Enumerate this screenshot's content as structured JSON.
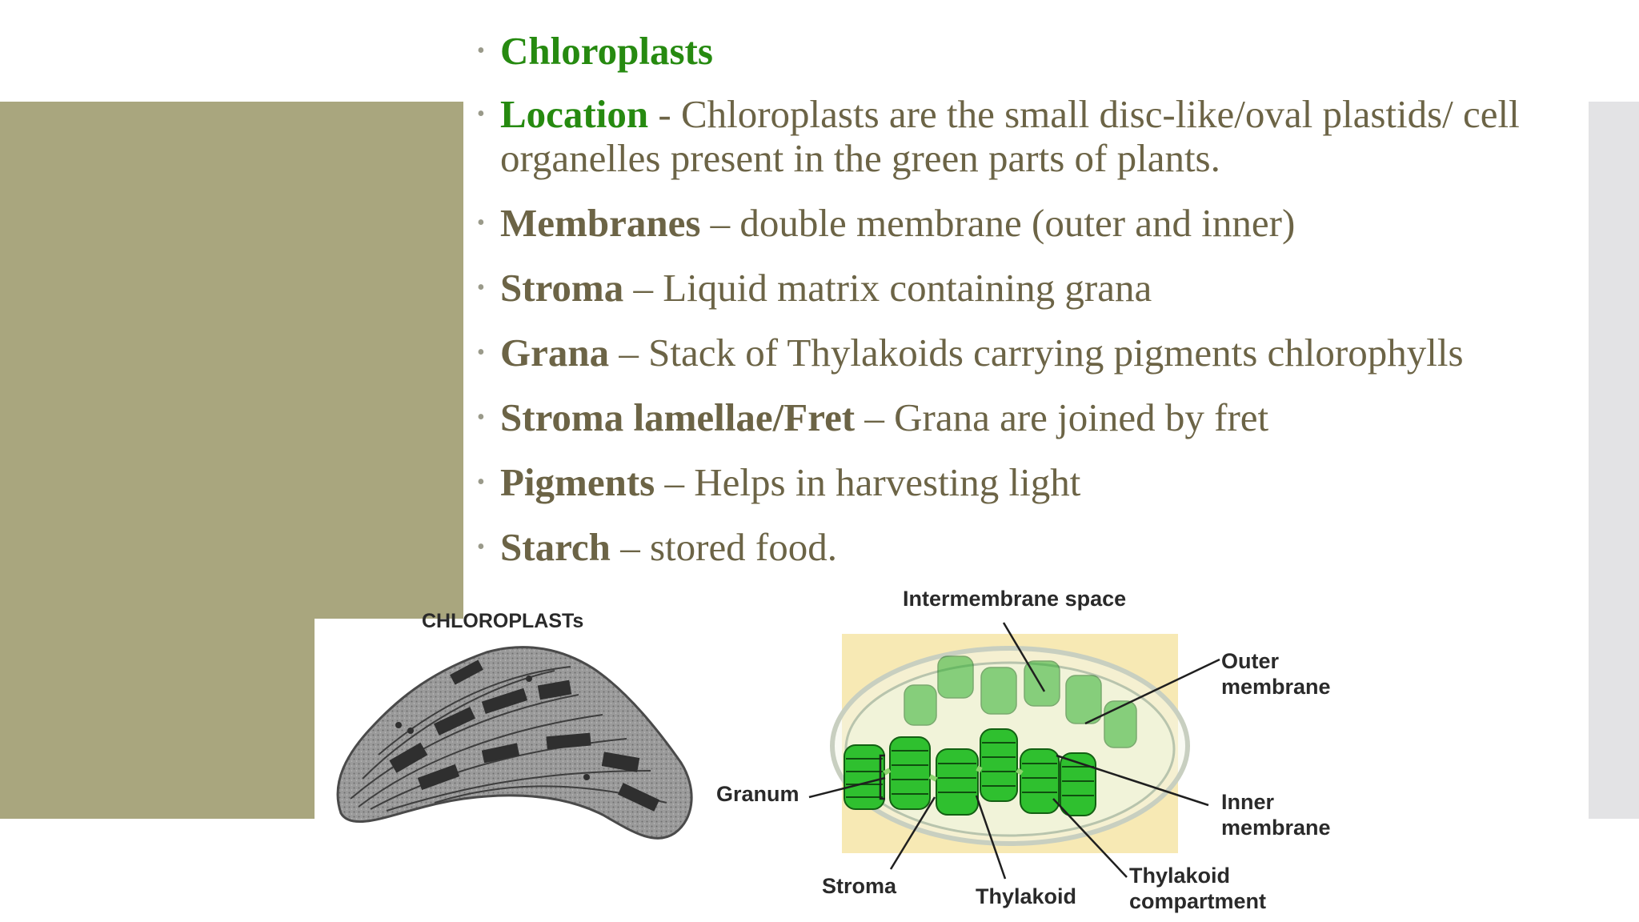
{
  "bullets": [
    {
      "term": "Chloroplasts",
      "text": ""
    },
    {
      "term": "Location",
      "text": " - Chloroplasts are the small disc-like/oval plastids/ cell organelles present in the green parts of plants."
    },
    {
      "term": "Membranes",
      "text": " – double membrane (outer and inner)"
    },
    {
      "term": "Stroma",
      "text": " – Liquid matrix containing grana"
    },
    {
      "term": "Grana",
      "text": " – Stack of Thylakoids carrying pigments chlorophylls"
    },
    {
      "term": "Stroma lamellae/Fret",
      "text": " – Grana are joined by fret"
    },
    {
      "term": "Pigments",
      "text": " – Helps in harvesting light"
    },
    {
      "term": "Starch",
      "text": " – stored food."
    }
  ],
  "micrograph": {
    "title": "CHLOROPLASTs"
  },
  "diagram_labels": {
    "intermembrane_space": "Intermembrane space",
    "outer_membrane_1": "Outer",
    "outer_membrane_2": "membrane",
    "granum": "Granum",
    "inner_membrane_1": "Inner",
    "inner_membrane_2": "membrane",
    "stroma": "Stroma",
    "thylakoid": "Thylakoid",
    "thylakoid_compartment_1": "Thylakoid",
    "thylakoid_compartment_2": "compartment"
  },
  "colors": {
    "panel": "#a9a67e",
    "accent_green": "#268a10",
    "body_text": "#6c6446",
    "side_panel": "#e3e3e5"
  }
}
